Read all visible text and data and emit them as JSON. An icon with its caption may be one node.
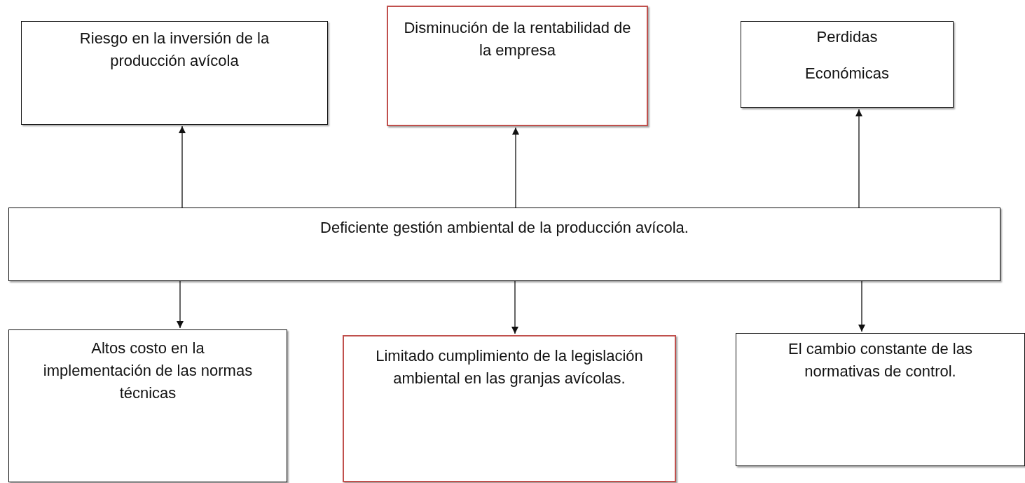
{
  "diagram": {
    "nodes": [
      {
        "text": [
          "Riesgo en la inversión de la producción avícola"
        ]
      },
      {
        "text": [
          "Disminución de la rentabilidad de la empresa"
        ]
      },
      {
        "text": [
          "Perdidas",
          "Económicas"
        ]
      },
      {
        "text": [
          "Deficiente gestión ambiental de la producción avícola."
        ]
      },
      {
        "text": [
          "Altos costo en la implementación de las normas técnicas"
        ]
      },
      {
        "text": [
          "Limitado cumplimiento de la legislación ambiental en las granjas avícolas."
        ]
      },
      {
        "text": [
          "El cambio constante de las normativas de control."
        ]
      }
    ],
    "edges": [
      {
        "from": 3,
        "to": 0,
        "arrow": "to"
      },
      {
        "from": 3,
        "to": 1,
        "arrow": "to"
      },
      {
        "from": 3,
        "to": 2,
        "arrow": "to"
      },
      {
        "from": 3,
        "to": 4,
        "arrow": "to"
      },
      {
        "from": 3,
        "to": 5,
        "arrow": "to"
      },
      {
        "from": 3,
        "to": 6,
        "arrow": "to"
      }
    ]
  }
}
